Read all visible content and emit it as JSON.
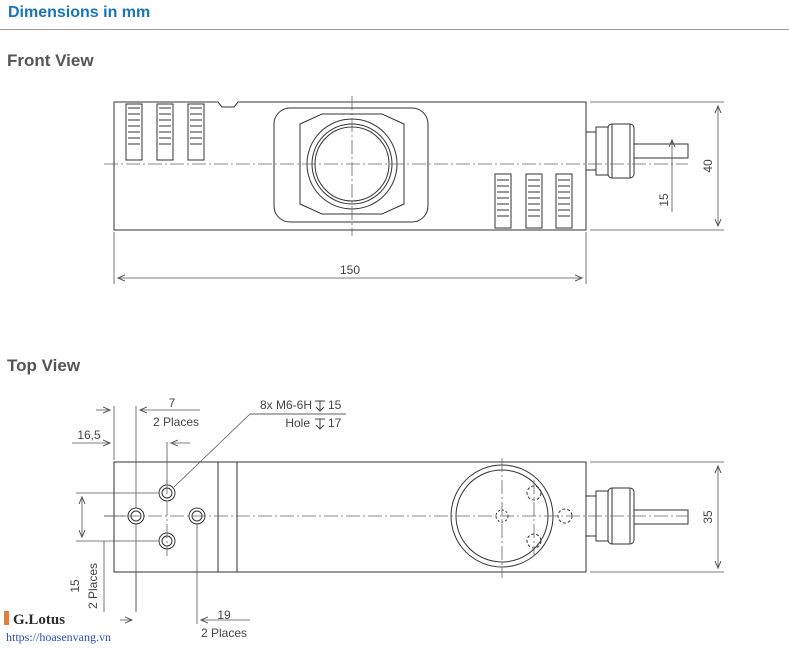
{
  "header": {
    "title": "Dimensions in mm"
  },
  "front_view": {
    "title": "Front View",
    "dims": {
      "length": "150",
      "height": "40",
      "cable_height": "15"
    }
  },
  "top_view": {
    "title": "Top View",
    "dims": {
      "hole_spacing": "7",
      "hole_spacing_note": "2 Places",
      "edge_offset": "16,5",
      "thread_spec": "8x M6-6H",
      "thread_depth": "15",
      "hole_label": "Hole",
      "hole_depth": "17",
      "width": "35",
      "left_offset": "15",
      "left_offset_note": "2 Places",
      "bottom_spacing": "19",
      "bottom_spacing_note": "2 Places"
    }
  },
  "watermark": {
    "brand": "G.Lotus",
    "url": "https://hoasenvang.vn"
  },
  "colors": {
    "heading": "#1a74b8",
    "line": "#333333",
    "centerline": "#666666",
    "dimension": "#555555"
  }
}
